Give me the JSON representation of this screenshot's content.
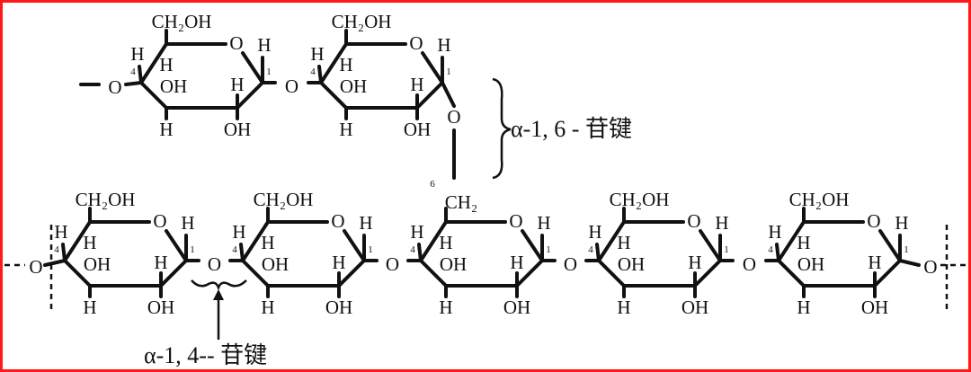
{
  "atoms": {
    "ch2oh": "CH₂OH",
    "ch2": "CH₂",
    "oh": "OH",
    "h": "H",
    "o": "O",
    "c1": "1",
    "c4": "4",
    "c6": "6"
  },
  "annotations": {
    "alpha_1_6": "α-1, 6 - 苷键",
    "alpha_1_4": "α-1, 4-- 苷键"
  }
}
